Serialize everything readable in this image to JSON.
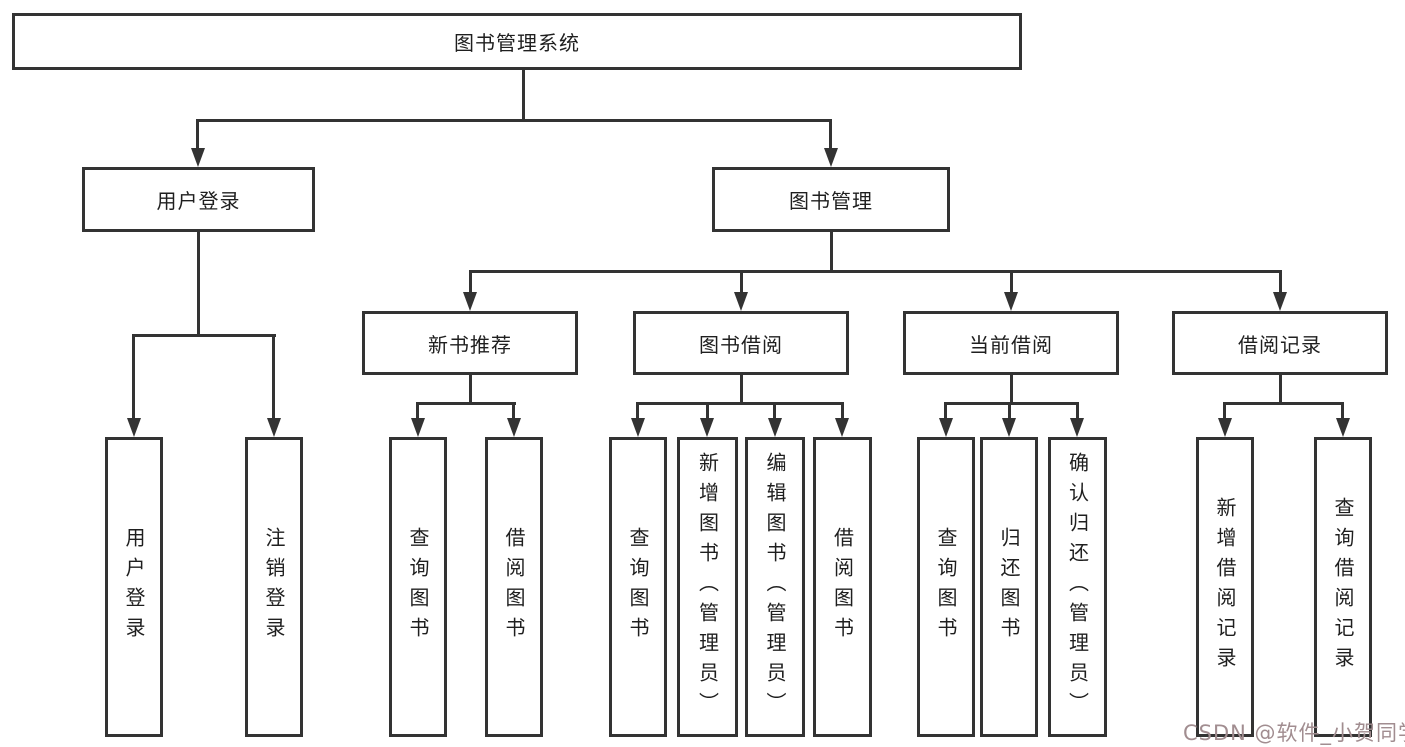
{
  "colors": {
    "line": "#333333",
    "box_background": "#ffffff",
    "text": "#1f1f1f",
    "watermark": "#a18d90"
  },
  "diagram": {
    "root_label": "图书管理系统",
    "branches": [
      {
        "label": "用户登录",
        "children": [
          "用户登录",
          "注销登录"
        ]
      },
      {
        "label": "图书管理",
        "groups": [
          {
            "label": "新书推荐",
            "children": [
              "查询图书",
              "借阅图书"
            ]
          },
          {
            "label": "图书借阅",
            "children": [
              "查询图书",
              "新增图书（管理员）",
              "编辑图书（管理员）",
              "借阅图书"
            ]
          },
          {
            "label": "当前借阅",
            "children": [
              "查询图书",
              "归还图书",
              "确认归还（管理员）"
            ]
          },
          {
            "label": "借阅记录",
            "children": [
              "新增借阅记录",
              "查询借阅记录"
            ]
          }
        ]
      }
    ]
  },
  "watermark": {
    "label": "CSDN @软件_小贺同学"
  }
}
